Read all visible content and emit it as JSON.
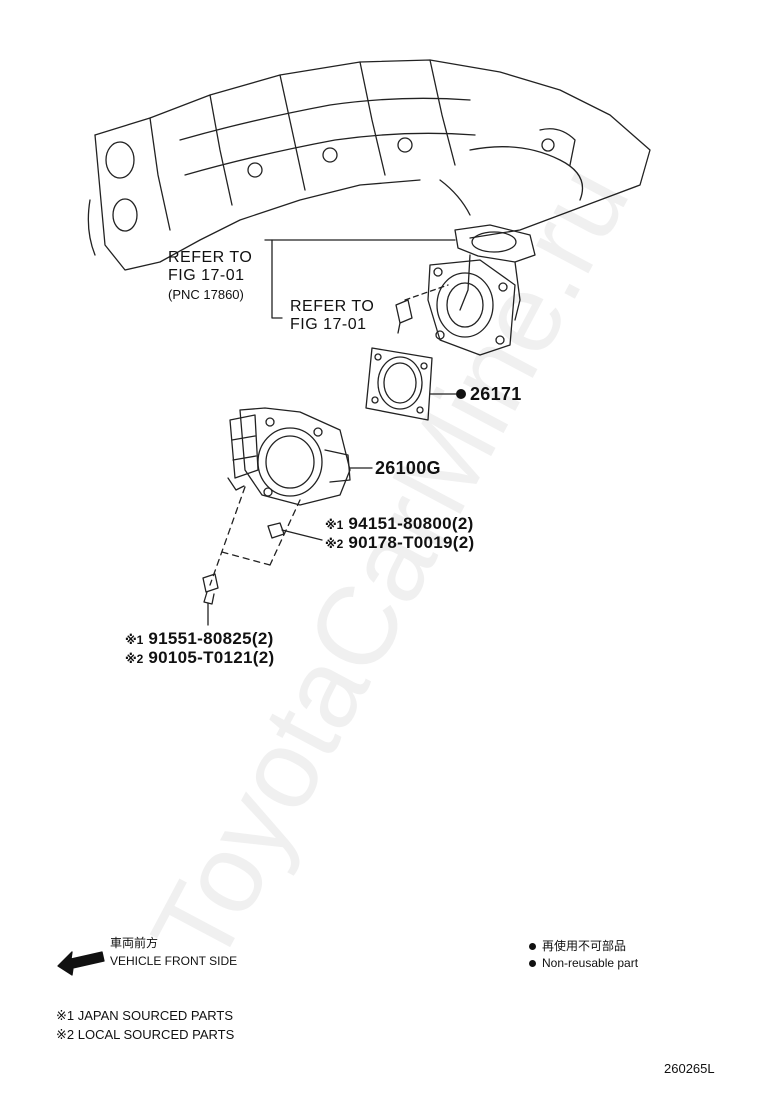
{
  "watermark": "ToyotaCarMine.ru",
  "refer1": {
    "line1": "REFER TO",
    "line2": "FIG 17-01",
    "line3": "(PNC 17860)"
  },
  "refer2": {
    "line1": "REFER TO",
    "line2": "FIG 17-01"
  },
  "parts": {
    "gasket": "26171",
    "throttle_body": "26100G",
    "nut_jp": "94151-80800(2)",
    "nut_local": "90178-T0019(2)",
    "bolt_jp": "91551-80825(2)",
    "bolt_local": "90105-T0121(2)"
  },
  "marks": {
    "m1": "※1",
    "m2": "※2"
  },
  "front": {
    "jp": "車両前方",
    "en": "VEHICLE FRONT SIDE"
  },
  "legend": {
    "jp": "再使用不可部品",
    "en": "Non-reusable part"
  },
  "notes": {
    "n1": "※1 JAPAN SOURCED PARTS",
    "n2": "※2 LOCAL SOURCED PARTS"
  },
  "figure_code": "260265L"
}
